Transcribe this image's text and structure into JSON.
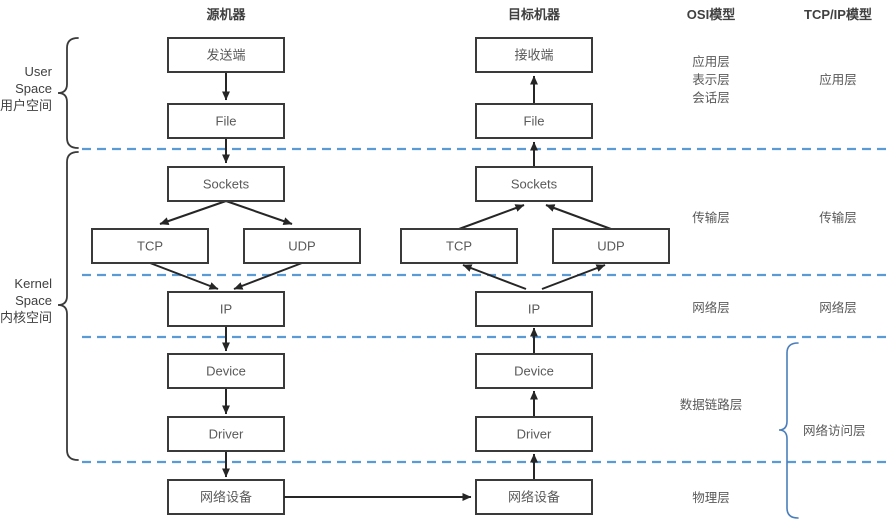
{
  "headers": {
    "source_machine": "源机器",
    "target_machine": "目标机器",
    "osi_model": "OSI模型",
    "tcpip_model": "TCP/IP模型"
  },
  "space_labels": {
    "user": {
      "line1": "User",
      "line2": "Space",
      "line3": "用户空间"
    },
    "kernel": {
      "line1": "Kernel",
      "line2": "Space",
      "line3": "内核空间"
    }
  },
  "source_boxes": {
    "app": "发送端",
    "file": "File",
    "sockets": "Sockets",
    "tcp": "TCP",
    "udp": "UDP",
    "ip": "IP",
    "device": "Device",
    "driver": "Driver",
    "netdev": "网络设备"
  },
  "target_boxes": {
    "app": "接收端",
    "file": "File",
    "sockets": "Sockets",
    "tcp": "TCP",
    "udp": "UDP",
    "ip": "IP",
    "device": "Device",
    "driver": "Driver",
    "netdev": "网络设备"
  },
  "osi_layers": {
    "application": "应用层",
    "presentation": "表示层",
    "session": "会话层",
    "transport": "传输层",
    "network": "网络层",
    "datalink": "数据链路层",
    "physical": "物理层"
  },
  "tcpip_layers": {
    "application": "应用层",
    "transport": "传输层",
    "network": "网络层",
    "access": "网络访问层"
  },
  "colors": {
    "divider": "#5B9BD5",
    "box_border": "#3a3a3a",
    "box_text": "#595959",
    "brace_dark": "#3a3a3a",
    "brace_blue": "#4A7EBB",
    "arrow": "#262626"
  }
}
